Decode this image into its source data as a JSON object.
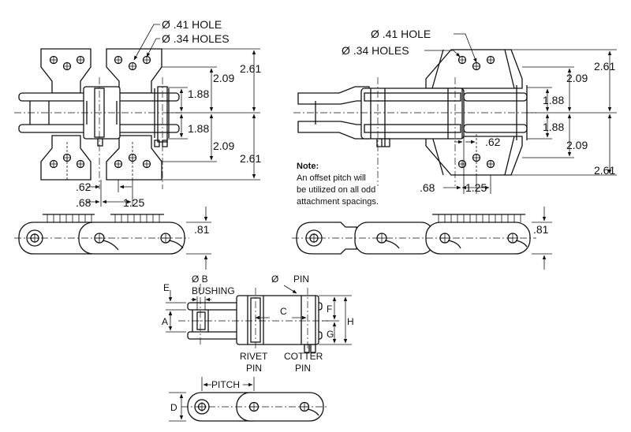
{
  "top_left": {
    "hole_041_label": "Ø .41 HOLE",
    "hole_034_label": "Ø .34 HOLES",
    "dim_261_top": "2.61",
    "dim_209_top": "2.09",
    "dim_188_top": "1.88",
    "dim_188_bottom": "1.88",
    "dim_209_bottom": "2.09",
    "dim_261_bottom": "2.61",
    "dim_062": ".62",
    "dim_068": ".68",
    "dim_125": "1.25"
  },
  "top_right": {
    "hole_041_label": "Ø .41 HOLE",
    "hole_034_label": "Ø .34 HOLES",
    "dim_261_top": "2.61",
    "dim_209_top": "2.09",
    "dim_188_top": "1.88",
    "dim_188_bottom": "1.88",
    "dim_209_bottom": "2.09",
    "dim_261_bottom": "2.61",
    "dim_062": ".62",
    "dim_068": ".68",
    "dim_125": "1.25"
  },
  "note": {
    "title": "Note:",
    "line1": "An offset pitch will",
    "line2": "be utilized on all odd",
    "line3": "attachment spacings."
  },
  "side_left": {
    "dim_081": ".81"
  },
  "side_right": {
    "dim_081": ".81"
  },
  "legend": {
    "label_e": "E",
    "label_a": "A",
    "label_b": "Ø B",
    "label_bushing": "BUSHING",
    "label_dia": "Ø",
    "label_pin": "PIN",
    "label_c": "C",
    "label_f": "F",
    "label_g": "G",
    "label_h": "H",
    "label_rivet_1": "RIVET",
    "label_rivet_2": "PIN",
    "label_cotter_1": "COTTER",
    "label_cotter_2": "PIN",
    "label_pitch": "PITCH",
    "label_d": "D"
  }
}
